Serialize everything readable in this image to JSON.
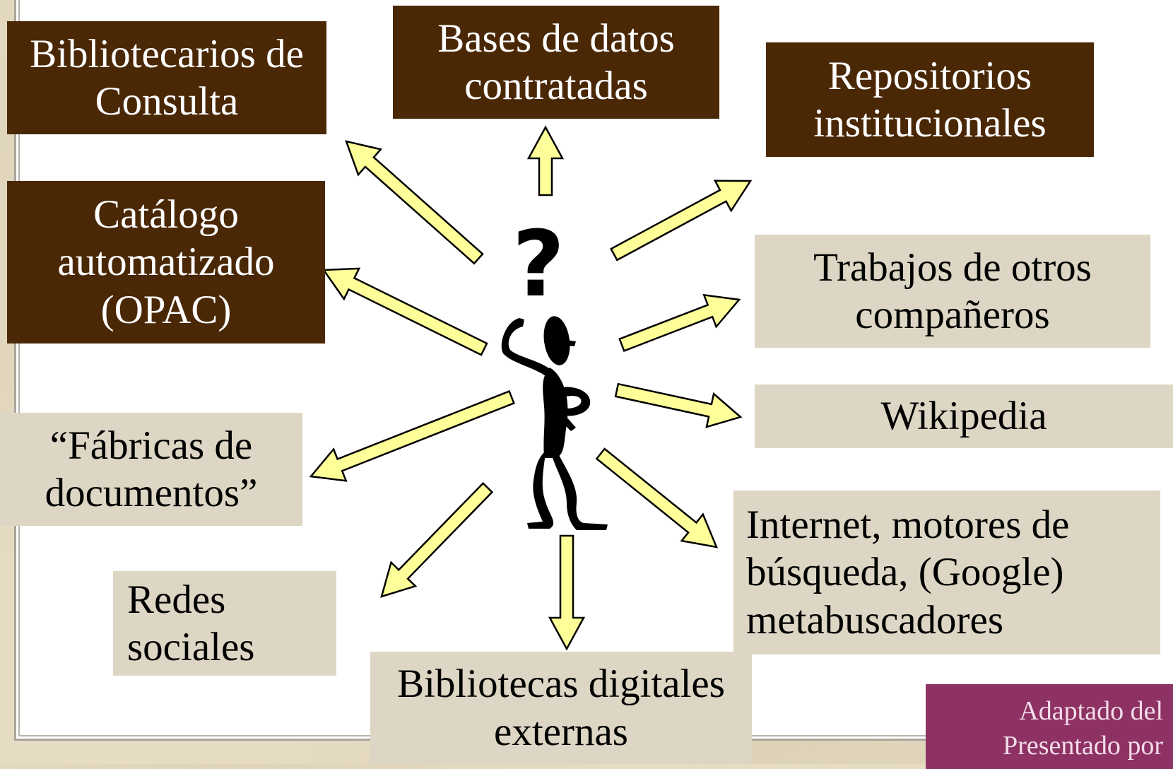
{
  "boxes": {
    "bibliotecarios": "Bibliotecarios de Consulta",
    "bases_datos": "Bases de datos contratadas",
    "repositorios": "Repositorios institucionales",
    "catalogo": "Catálogo automatizado (OPAC)",
    "trabajos": "Trabajos de otros compañeros",
    "wikipedia": "Wikipedia",
    "fabricas": "“Fábricas de documentos”",
    "internet": "Internet, motores de búsqueda, (Google) metabuscadores",
    "redes": "Redes sociales",
    "bibliotecas_digitales": "Bibliotecas digitales externas"
  },
  "figure_mark": "?",
  "credit": {
    "line1": "Adaptado del",
    "line2": "Presentado por"
  },
  "colors": {
    "dark_box": "#4a2806",
    "light_box": "#ddd6c4",
    "arrow_fill": "#ffff99",
    "credit_box": "#8e3263"
  }
}
